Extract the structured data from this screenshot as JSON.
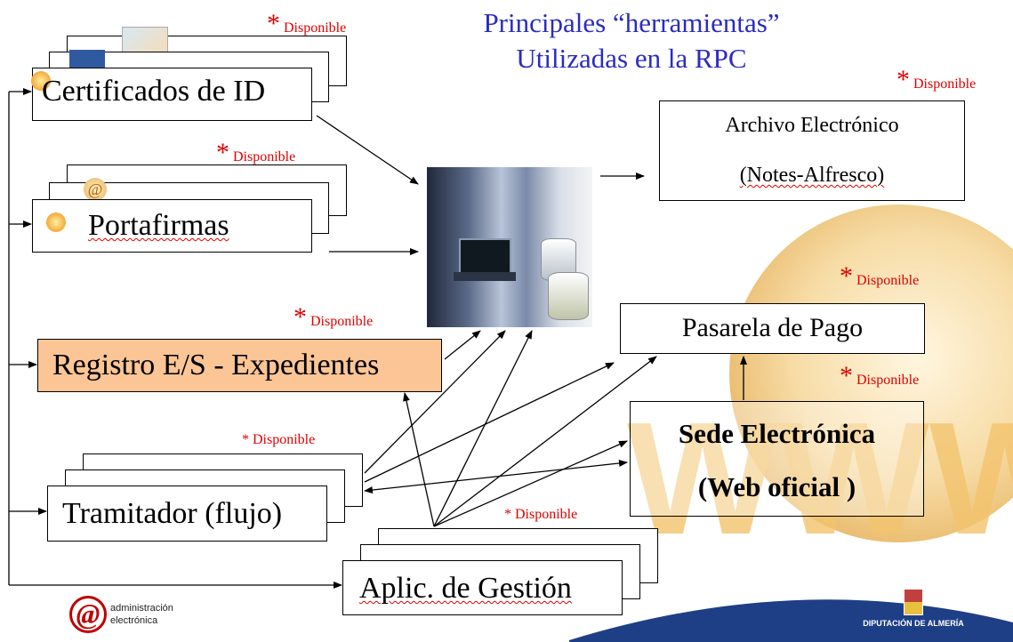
{
  "title": {
    "line1": "Principales “herramientas”",
    "line2": "Utilizadas en la RPC"
  },
  "available_label": "Disponible",
  "star": "*",
  "nodes": {
    "certificados": "Certificados de ID",
    "portafirmas": "Portafirmas",
    "registro": "Registro E/S - Expedientes",
    "tramitador": "Tramitador (flujo)",
    "aplic_gestion": "Aplic. de Gestión",
    "archivo_line1": "Archivo Electrónico",
    "archivo_line2": "(Notes-Alfresco)",
    "pasarela": "Pasarela de Pago",
    "sede_line1": "Sede Electrónica",
    "sede_line2": "(Web oficial )"
  },
  "tramitador_available": "* Disponible",
  "aplic_available": "* Disponible",
  "logos": {
    "admin_line1": "administración",
    "admin_line2": "electrónica",
    "admin_symbol": "@",
    "diputacion": "DIPUTACIÓN DE ALMERÍA"
  },
  "colors": {
    "title": "#2c2cc0",
    "highlight": "#fbc596",
    "available": "#e00000"
  }
}
